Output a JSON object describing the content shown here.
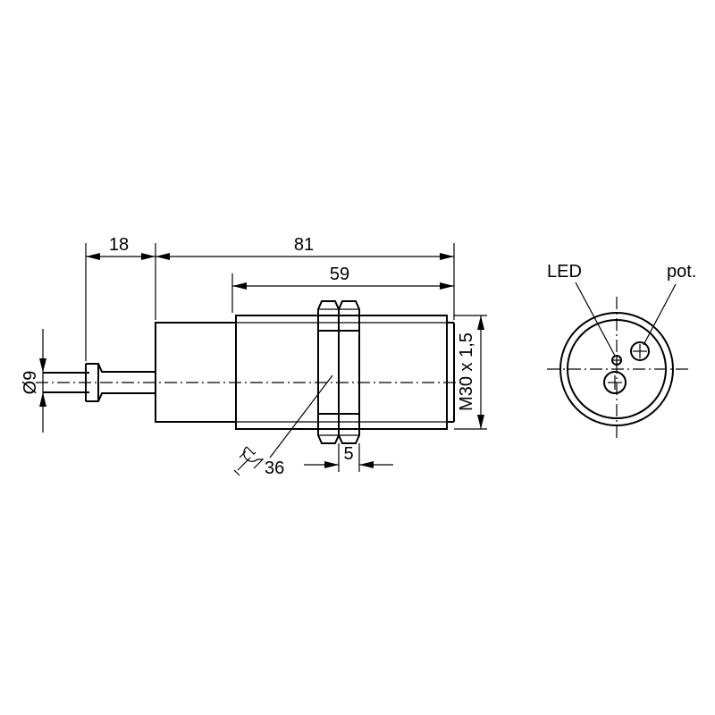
{
  "colors": {
    "line": "#000000",
    "background": "#ffffff"
  },
  "dimensions": {
    "cable_length": "18",
    "overall_length": "81",
    "thread_length": "59",
    "cable_diameter": "Ø9",
    "thread_size": "M30 x 1,5",
    "wrench_size": "36",
    "nut_width": "5"
  },
  "labels": {
    "led": "LED",
    "potentiometer": "pot."
  },
  "icons": {
    "wrench": "wrench-icon"
  }
}
